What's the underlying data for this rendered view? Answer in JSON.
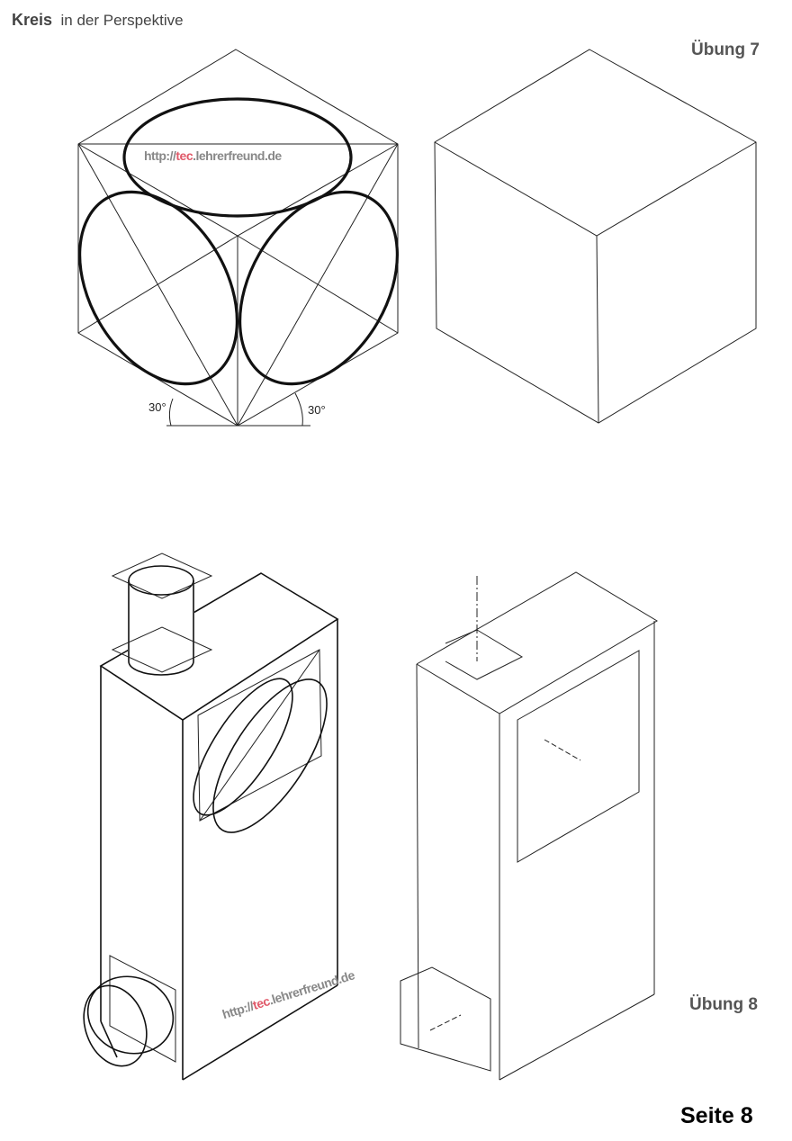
{
  "header": {
    "title_bold": "Kreis",
    "title_rest": "in der Perspektive"
  },
  "exercises": {
    "ex7": "Übung 7",
    "ex8": "Übung 8"
  },
  "angles": {
    "left": "30°",
    "right": "30°"
  },
  "watermark": {
    "prefix": "http://",
    "highlight": "tec",
    "suffix": ".lehrerfreund.de"
  },
  "footer": {
    "page": "Seite 8"
  }
}
